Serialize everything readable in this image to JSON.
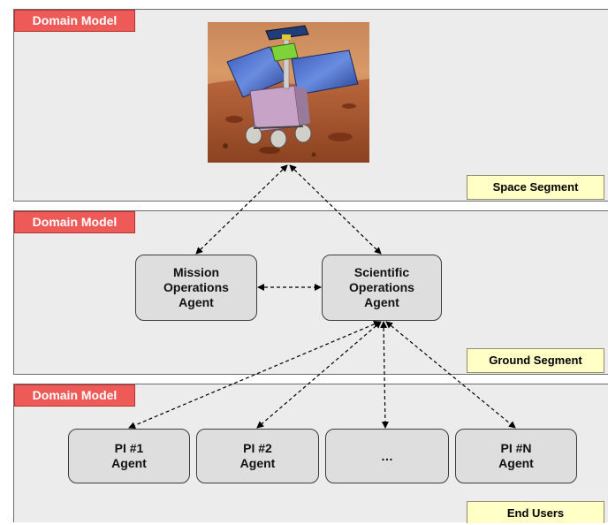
{
  "segments": {
    "space": {
      "domain_label": "Domain Model",
      "segment_label": "Space Segment"
    },
    "ground": {
      "domain_label": "Domain Model",
      "segment_label": "Ground Segment"
    },
    "users": {
      "domain_label": "Domain Model",
      "segment_label": "End Users"
    }
  },
  "agents": {
    "mission": "Mission\nOperations\nAgent",
    "scientific": "Scientific\nOperations\nAgent",
    "pi1": "PI #1\nAgent",
    "pi2": "PI #2\nAgent",
    "pi_more": "…",
    "pin": "PI #N\nAgent"
  },
  "image": {
    "subject": "mars-rover"
  },
  "colors": {
    "domain_label_bg": "#ee5a58",
    "segment_label_bg": "#ffffc6",
    "panel_bg": "#ececec",
    "node_bg": "#dedede"
  }
}
